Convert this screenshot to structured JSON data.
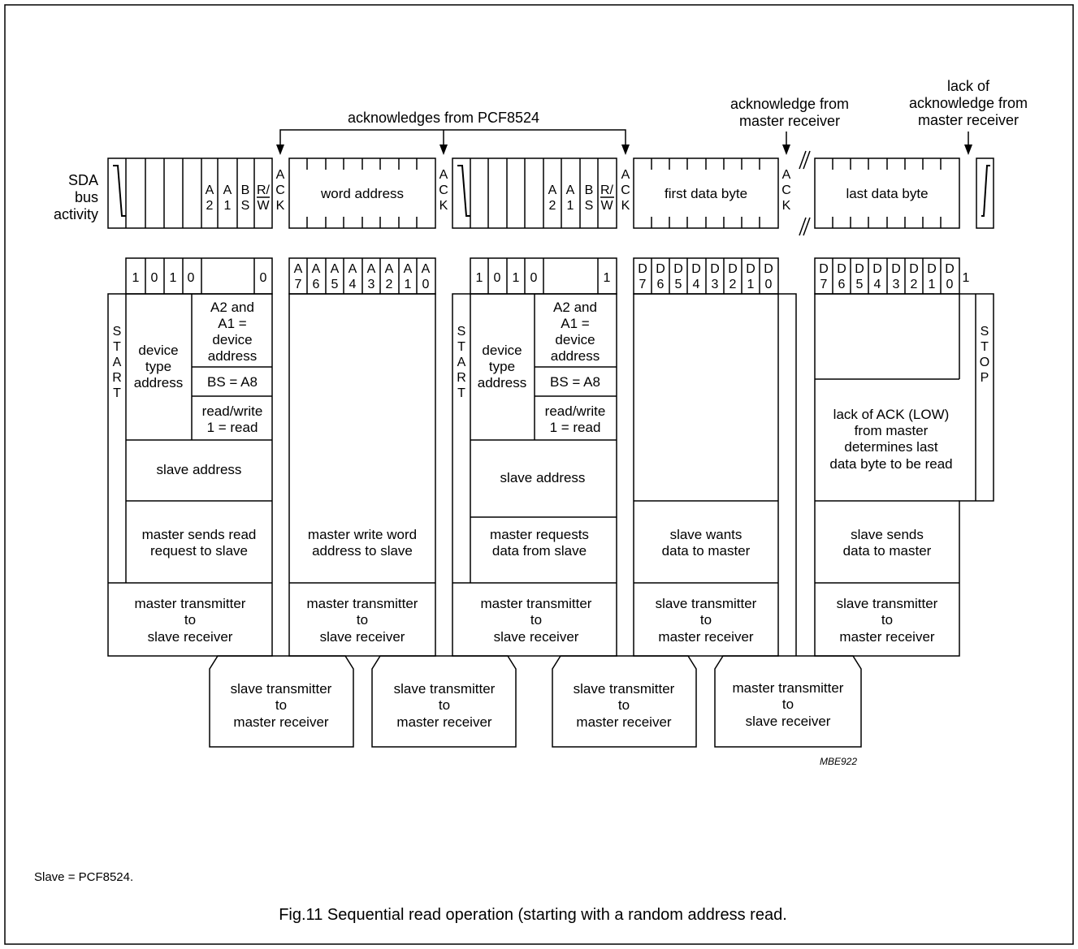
{
  "acknowledges_from": "acknowledges from PCF8524",
  "ack_master_1": "acknowledge from",
  "ack_master_2": "master receiver",
  "lack_1": "lack of",
  "lack_2": "acknowledge from",
  "lack_3": "master receiver",
  "sda_1": "SDA",
  "sda_2": "bus",
  "sda_3": "activity",
  "word_address": "word address",
  "first_data_byte": "first data byte",
  "last_data_byte": "last data byte",
  "ack_letters": [
    "A",
    "C",
    "K"
  ],
  "bit_a2": [
    "A",
    "2"
  ],
  "bit_a1": [
    "A",
    "1"
  ],
  "bit_bs": [
    "B",
    "S"
  ],
  "bit_rw": [
    "R/",
    "W"
  ],
  "dev_bits": [
    "1",
    "0",
    "1",
    "0"
  ],
  "rw_write": "0",
  "rw_read": "1",
  "word_bits": [
    [
      "A",
      "7"
    ],
    [
      "A",
      "6"
    ],
    [
      "A",
      "5"
    ],
    [
      "A",
      "4"
    ],
    [
      "A",
      "3"
    ],
    [
      "A",
      "2"
    ],
    [
      "A",
      "1"
    ],
    [
      "A",
      "0"
    ]
  ],
  "data_bits": [
    [
      "D",
      "7"
    ],
    [
      "D",
      "6"
    ],
    [
      "D",
      "5"
    ],
    [
      "D",
      "4"
    ],
    [
      "D",
      "3"
    ],
    [
      "D",
      "2"
    ],
    [
      "D",
      "1"
    ],
    [
      "D",
      "0"
    ]
  ],
  "last_bit": "1",
  "start_letters": [
    "S",
    "T",
    "A",
    "R",
    "T"
  ],
  "stop_letters": [
    "S",
    "T",
    "O",
    "P"
  ],
  "device_type": [
    "device",
    "type",
    "address"
  ],
  "a2a1": [
    "A2 and",
    "A1 =",
    "device",
    "address"
  ],
  "bs_a8": "BS = A8",
  "rw_desc": [
    "read/write",
    "1 = read"
  ],
  "slave_address": "slave address",
  "master_sends_read": [
    "master sends read",
    "request to slave"
  ],
  "master_write_word": [
    "master write word",
    "address to slave"
  ],
  "master_requests": [
    "master requests",
    "data from slave"
  ],
  "slave_wants": [
    "slave wants",
    "data to master"
  ],
  "lack_of_ack": [
    "lack of ACK (LOW)",
    "from master",
    "determines last",
    "data byte to be read"
  ],
  "slave_sends": [
    "slave sends",
    "data to master"
  ],
  "mt_sr": [
    "master transmitter",
    "to",
    "slave receiver"
  ],
  "st_mr": [
    "slave transmitter",
    "to",
    "master receiver"
  ],
  "figure_code": "MBE922",
  "slave_note": "Slave = PCF8524.",
  "caption": "Fig.11  Sequential read operation (starting with a random address read."
}
